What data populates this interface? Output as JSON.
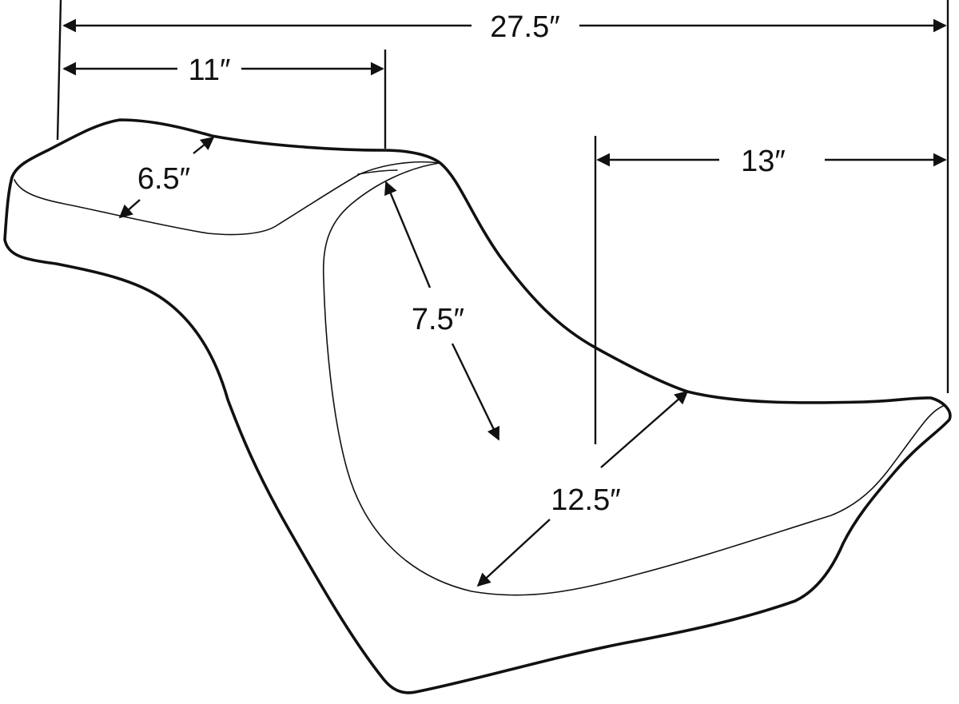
{
  "diagram": {
    "subject": "seat-dimensions",
    "line_color": "#111111",
    "background": "#ffffff",
    "dimensions": {
      "overall_length": "27.5″",
      "passenger_length": "11″",
      "passenger_width": "6.5″",
      "rider_backrest_height": "7.5″",
      "rider_width": "12.5″",
      "front_length": "13″"
    }
  }
}
